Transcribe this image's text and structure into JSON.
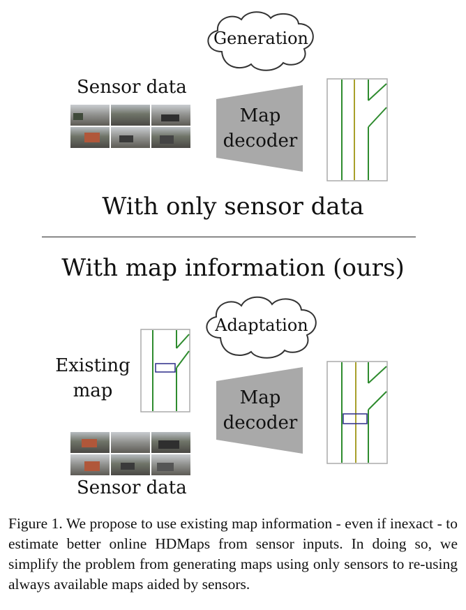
{
  "top": {
    "cloud_label": "Generation",
    "sensor_label": "Sensor data",
    "decoder_line1": "Map",
    "decoder_line2": "decoder",
    "heading": "With only sensor data"
  },
  "bottom": {
    "heading": "With map information (ours)",
    "cloud_label": "Adaptation",
    "existing_line1": "Existing",
    "existing_line2": "map",
    "decoder_line1": "Map",
    "decoder_line2": "decoder",
    "sensor_label": "Sensor data"
  },
  "caption": {
    "text": "Figure 1.  We propose to use existing map information - even if inexact - to estimate better online HDMaps from sensor inputs. In doing so, we simplify the problem from generating maps using only sensors to re-using always available maps aided by sensors."
  },
  "colors": {
    "lane_green": "#2e8b2e",
    "lane_yellow": "#a8a02a",
    "decoder_gray": "#a9a9a9",
    "map_border": "#aaaaaa",
    "highlight_box": "#2b2b88"
  }
}
